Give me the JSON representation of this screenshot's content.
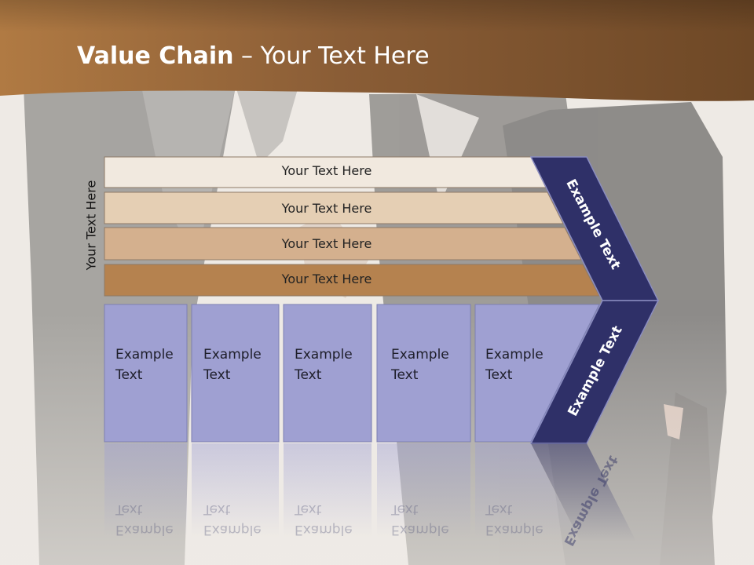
{
  "slide": {
    "title_bold": "Value Chain",
    "title_rest": " – Your Text Here",
    "side_label": "Your Text Here"
  },
  "bars": [
    {
      "label": "Your Text Here",
      "color": "#f1e9df"
    },
    {
      "label": "Your Text Here",
      "color": "#e5cfb4"
    },
    {
      "label": "Your Text Here",
      "color": "#d4b08e"
    },
    {
      "label": "Your Text Here",
      "color": "#b5824f"
    }
  ],
  "boxes": [
    {
      "line1": "Example",
      "line2": "Text"
    },
    {
      "line1": "Example",
      "line2": "Text"
    },
    {
      "line1": "Example",
      "line2": "Text"
    },
    {
      "line1": "Example",
      "line2": "Text"
    },
    {
      "line1": "Example",
      "line2": "Text"
    }
  ],
  "chevron": {
    "upper_label": "Example Text",
    "lower_label": "Example Text",
    "color": "#2f3068"
  },
  "colors": {
    "header_brown": "#8a5a30",
    "box_fill": "#9fa0d2",
    "box_stroke": "#7c7fb2"
  }
}
